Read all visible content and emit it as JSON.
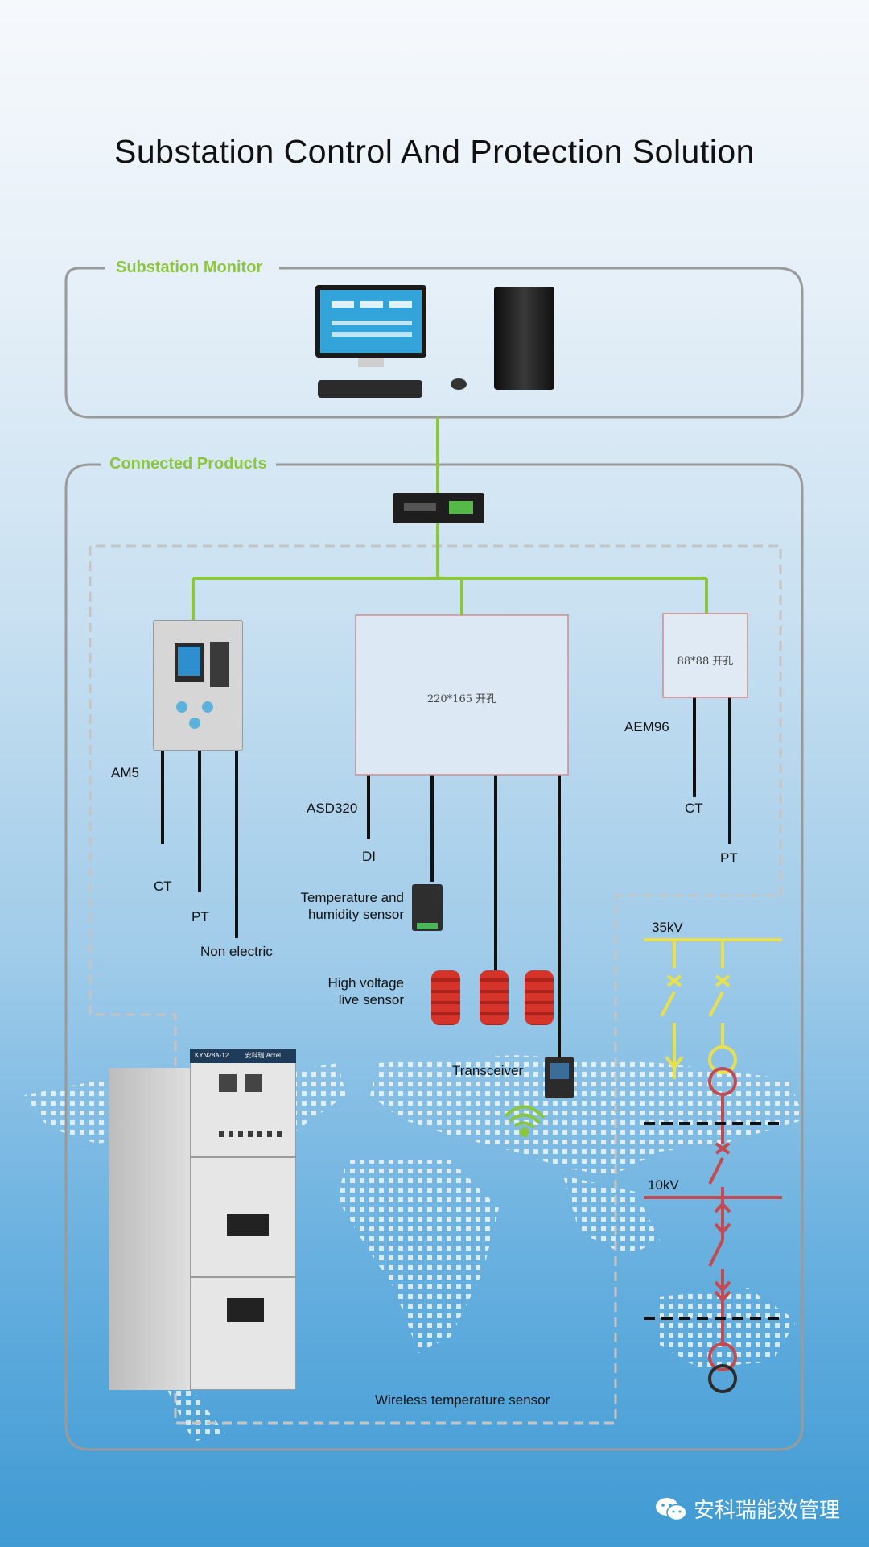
{
  "title": "Substation Control And Protection Solution",
  "groups": {
    "monitor": "Substation Monitor",
    "connected": "Connected Products"
  },
  "devices": {
    "am5": "AM5",
    "asd320": "ASD320",
    "aem96": "AEM96",
    "asd320_cutout": "220*165 开孔",
    "aem96_cutout": "88*88 开孔"
  },
  "signals": {
    "am5_ct": "CT",
    "am5_pt": "PT",
    "am5_nonelectric": "Non electric",
    "asd_di": "DI",
    "aem_ct": "CT",
    "aem_pt": "PT"
  },
  "sensors": {
    "temp_humidity_line1": "Temperature and",
    "temp_humidity_line2": "humidity sensor",
    "hv_live_line1": "High voltage",
    "hv_live_line2": "live sensor",
    "transceiver": "Transceiver",
    "wireless_temp": "Wireless temperature sensor"
  },
  "single_line": {
    "v35": "35kV",
    "v10": "10kV"
  },
  "cabinet": {
    "model": "KYN28A-12",
    "badge": "安科瑞 Acrel"
  },
  "watermark": "安科瑞能效管理",
  "colors": {
    "accent_green": "#8cc63f",
    "bus_yellow": "#e8e14d",
    "bus_red": "#c44a4f",
    "frame_gray": "#9a9a9a",
    "dashed_gray": "#c4c4c4"
  }
}
